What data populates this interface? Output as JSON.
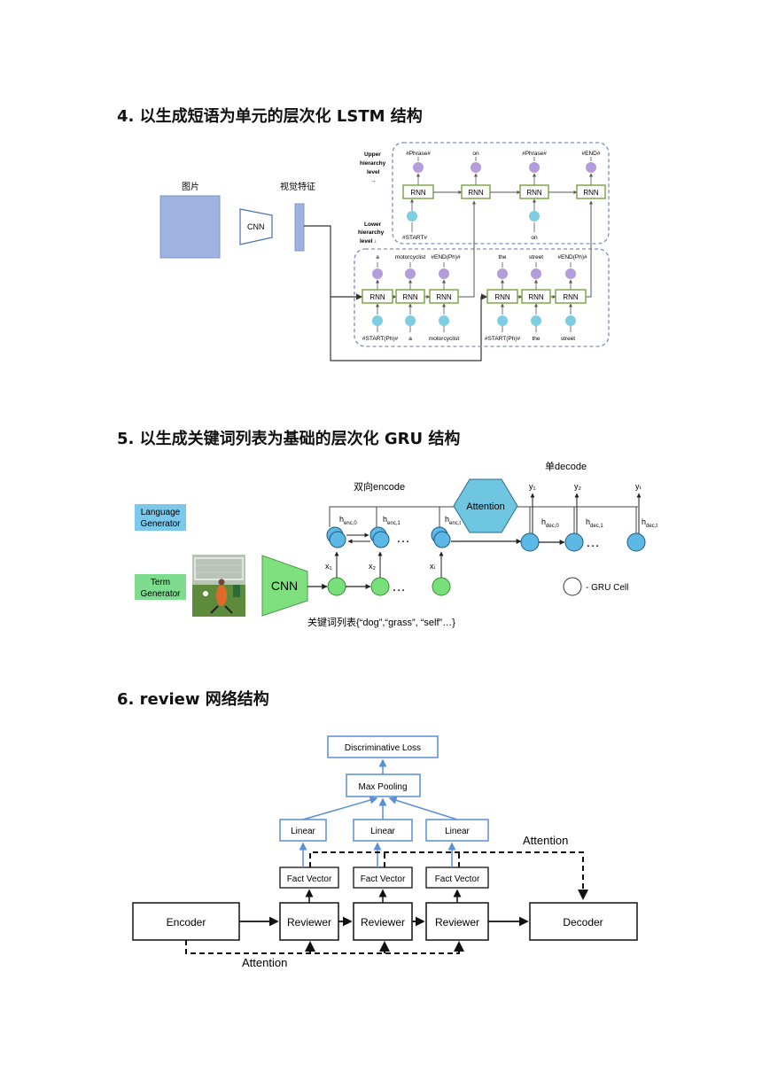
{
  "headings": {
    "h4": "4.  以生成短语为单元的层次化 LSTM 结构",
    "h5": "5.  以生成关键词列表为基础的层次化 GRU 结构",
    "h6": "6.  review 网络结构"
  },
  "fig1": {
    "image_label": "图片",
    "cnn_label": "CNN",
    "feature_label": "视觉特征",
    "upper_label_1": "Upper",
    "upper_label_2": "hierarchy",
    "upper_label_3": "level",
    "upper_arrow": "→",
    "lower_label_1": "Lower",
    "lower_label_2": "hierarchy",
    "lower_label_3": "level ↓",
    "rnn": "RNN",
    "upper_outputs": [
      "#Phrase#",
      "on",
      "#Phrase#",
      "#END#"
    ],
    "upper_inputs": [
      "#START#",
      "on"
    ],
    "lower_outputs": [
      "a",
      "motorcyclist",
      "#END(Ph)#",
      "the",
      "street",
      "#END(Ph)#"
    ],
    "lower_inputs": [
      "#START(Ph)#",
      "a",
      "motorcyclist",
      "#START(Ph)#",
      "the",
      "street"
    ]
  },
  "fig2": {
    "single_decode": "单decode",
    "bi_encode": "双向encode",
    "attention": "Attention",
    "language_generator_1": "Language",
    "language_generator_2": "Generator",
    "term_generator_1": "Term",
    "term_generator_2": "Generator",
    "cnn": "CNN",
    "keyword_list": "关键词列表{“dog”,“grass”, “self”…}",
    "gru_cell": "- GRU Cell",
    "dots": "…",
    "y_labels": [
      "y₁",
      "y₂",
      "yₜ"
    ],
    "h_enc": [
      "h",
      "h",
      "h"
    ],
    "h_enc_sub": [
      "enc,0",
      "enc,1",
      "enc,t"
    ],
    "h_dec": [
      "h",
      "h",
      "h"
    ],
    "h_dec_sub": [
      "dec,0",
      "dec,1",
      "dec,t"
    ],
    "x_labels": [
      "x₁",
      "x₂",
      "xᵢ"
    ]
  },
  "fig3": {
    "discriminative_loss": "Discriminative Loss",
    "max_pooling": "Max Pooling",
    "linear": "Linear",
    "fact_vector": "Fact Vector",
    "encoder": "Encoder",
    "reviewer": "Reviewer",
    "decoder": "Decoder",
    "attention_top": "Attention",
    "attention_bottom": "Attention"
  },
  "colors": {
    "purple_node": "#b39ddb",
    "blue_node": "#7fcde3",
    "image_box": "#9fb3e0",
    "rnn_border": "#6a9a2c",
    "dashed_border": "#7a8fb8",
    "gru_blue": "#5cb8e4",
    "gru_green": "#78e07a",
    "cnn_green": "#7fe07f",
    "attention_hex": "#6ec6e0",
    "generator_box": "#7ac8ec",
    "term_box": "#7edc8f",
    "linear_border": "#5b8fd6"
  }
}
